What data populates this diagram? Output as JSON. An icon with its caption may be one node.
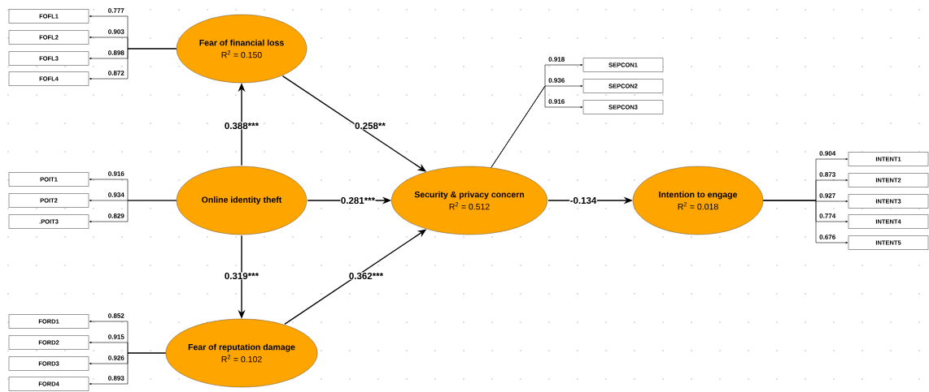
{
  "diagram": {
    "nodes": [
      {
        "text": [
          "Fear of financial loss",
          "R$^{2}$ = 0.150"
        ]
      },
      {
        "text": [
          "Online identity theft"
        ]
      },
      {
        "text": [
          "Fear of reputation damage",
          "R$^{2}$ = 0.102"
        ]
      },
      {
        "text": [
          "Security & privacy concern",
          "R$^{2}$ = 0.512"
        ]
      },
      {
        "text": [
          "Intention to engage",
          "R$^{2}$ = 0.018"
        ]
      },
      {
        "text": [
          "FOFL1"
        ]
      },
      {
        "text": [
          "FOFL2"
        ]
      },
      {
        "text": [
          "FOFL3"
        ]
      },
      {
        "text": [
          "FOFL4"
        ]
      },
      {
        "text": [
          "POIT1"
        ]
      },
      {
        "text": [
          "POIT2"
        ]
      },
      {
        "text": [
          ".POIT3"
        ]
      },
      {
        "text": [
          "FORD1"
        ]
      },
      {
        "text": [
          "FORD2"
        ]
      },
      {
        "text": [
          "FORD3"
        ]
      },
      {
        "text": [
          "FORD4"
        ]
      },
      {
        "text": [
          "SEPCON1"
        ]
      },
      {
        "text": [
          "SEPCON2"
        ]
      },
      {
        "text": [
          "SEPCON3"
        ]
      },
      {
        "text": [
          "INTENT1"
        ]
      },
      {
        "text": [
          "INTENT2"
        ]
      },
      {
        "text": [
          "INTENT3"
        ]
      },
      {
        "text": [
          "INTENT4"
        ]
      },
      {
        "text": [
          "INTENT5"
        ]
      }
    ],
    "edges": [
      {
        "from": 1,
        "to": 0,
        "arrow": "to",
        "label": "0.388***"
      },
      {
        "from": 0,
        "to": 3,
        "arrow": "to",
        "label": "0.258**"
      },
      {
        "from": 1,
        "to": 3,
        "arrow": "to",
        "label": "0.281***"
      },
      {
        "from": 1,
        "to": 2,
        "arrow": "to",
        "label": "0.319***"
      },
      {
        "from": 2,
        "to": 3,
        "arrow": "to",
        "label": "0.362***"
      },
      {
        "from": 3,
        "to": 4,
        "arrow": "to",
        "label": "-0.134"
      },
      {
        "from": 0,
        "to": 5,
        "arrow": "to",
        "label": "0.777"
      },
      {
        "from": 0,
        "to": 6,
        "arrow": "to",
        "label": "0.903"
      },
      {
        "from": 0,
        "to": 7,
        "arrow": "to",
        "label": "0.898"
      },
      {
        "from": 0,
        "to": 8,
        "arrow": "to",
        "label": "0.872"
      },
      {
        "from": 1,
        "to": 9,
        "arrow": "to",
        "label": "0.916"
      },
      {
        "from": 1,
        "to": 10,
        "arrow": "to",
        "label": "0.934"
      },
      {
        "from": 1,
        "to": 11,
        "arrow": "to",
        "label": "0.829"
      },
      {
        "from": 2,
        "to": 12,
        "arrow": "to",
        "label": "0.852"
      },
      {
        "from": 2,
        "to": 13,
        "arrow": "to",
        "label": "0.915"
      },
      {
        "from": 2,
        "to": 14,
        "arrow": "to",
        "label": "0.926"
      },
      {
        "from": 2,
        "to": 15,
        "arrow": "to",
        "label": "0.893"
      },
      {
        "from": 3,
        "to": 16,
        "arrow": "to",
        "label": "0.918"
      },
      {
        "from": 3,
        "to": 17,
        "arrow": "to",
        "label": "0.936"
      },
      {
        "from": 3,
        "to": 18,
        "arrow": "to",
        "label": "0.916"
      },
      {
        "from": 4,
        "to": 19,
        "arrow": "to",
        "label": "0.904"
      },
      {
        "from": 4,
        "to": 20,
        "arrow": "to",
        "label": "0.873"
      },
      {
        "from": 4,
        "to": 21,
        "arrow": "to",
        "label": "0.927"
      },
      {
        "from": 4,
        "to": 22,
        "arrow": "to",
        "label": "0.774"
      },
      {
        "from": 4,
        "to": 23,
        "arrow": "to",
        "label": "0.676"
      }
    ]
  }
}
